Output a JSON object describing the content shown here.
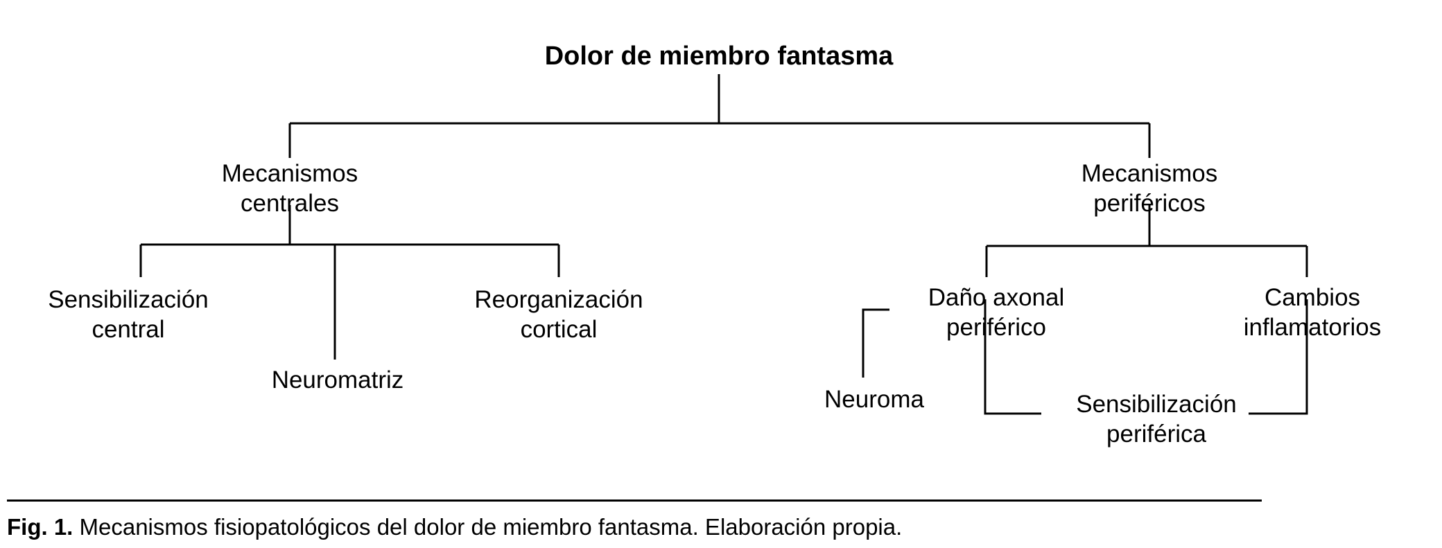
{
  "figure": {
    "title": "Dolor de miembro fantasma",
    "caption_label": "Fig. 1.",
    "caption_text": " Mecanismos fisiopatológicos del dolor de miembro fantasma. Elaboración propia.",
    "line_color": "#000000",
    "text_color": "#000000",
    "background_color": "#ffffff"
  },
  "chart_data": {
    "type": "diagram",
    "title": "Dolor de miembro fantasma",
    "diagram_kind": "hierarchical-tree",
    "orientation": "top-down",
    "nodes": [
      {
        "id": "root",
        "label": "Dolor de miembro fantasma",
        "level": 0,
        "bold": true
      },
      {
        "id": "centrales",
        "label_line1": "Mecanismos",
        "label_line2": "centrales",
        "level": 1
      },
      {
        "id": "perifericos",
        "label_line1": "Mecanismos",
        "label_line2": "periféricos",
        "level": 1
      },
      {
        "id": "sens_central",
        "label_line1": "Sensibilización",
        "label_line2": "central",
        "level": 2
      },
      {
        "id": "neuromatriz",
        "label_line1": "Neuromatriz",
        "label_line2": "",
        "level": 2
      },
      {
        "id": "reorg_cortical",
        "label_line1": "Reorganización",
        "label_line2": "cortical",
        "level": 2
      },
      {
        "id": "dano_axonal",
        "label_line1": "Daño axonal",
        "label_line2": "periférico",
        "level": 2
      },
      {
        "id": "cambios_infl",
        "label_line1": "Cambios",
        "label_line2": "inflamatorios",
        "level": 2
      },
      {
        "id": "neuroma",
        "label_line1": "Neuroma",
        "label_line2": "",
        "level": 3
      },
      {
        "id": "sens_perif",
        "label_line1": "Sensibilización",
        "label_line2": "periférica",
        "level": 3
      }
    ],
    "edges": [
      {
        "from": "root",
        "to": "centrales"
      },
      {
        "from": "root",
        "to": "perifericos"
      },
      {
        "from": "centrales",
        "to": "sens_central"
      },
      {
        "from": "centrales",
        "to": "neuromatriz"
      },
      {
        "from": "centrales",
        "to": "reorg_cortical"
      },
      {
        "from": "perifericos",
        "to": "dano_axonal"
      },
      {
        "from": "perifericos",
        "to": "cambios_infl"
      },
      {
        "from": "dano_axonal",
        "to": "neuroma"
      },
      {
        "from": "dano_axonal",
        "to": "sens_perif"
      },
      {
        "from": "cambios_infl",
        "to": "sens_perif"
      }
    ]
  },
  "labels": {
    "root": "Dolor de miembro fantasma",
    "centrales_l1": "Mecanismos",
    "centrales_l2": "centrales",
    "perifericos_l1": "Mecanismos",
    "perifericos_l2": "periféricos",
    "sens_central_l1": "Sensibilización",
    "sens_central_l2": "central",
    "neuromatriz": "Neuromatriz",
    "reorg_cortical_l1": "Reorganización",
    "reorg_cortical_l2": "cortical",
    "dano_axonal_l1": "Daño axonal",
    "dano_axonal_l2": "periférico",
    "cambios_infl_l1": "Cambios",
    "cambios_infl_l2": "inflamatorios",
    "neuroma": "Neuroma",
    "sens_perif_l1": "Sensibilización",
    "sens_perif_l2": "periférica"
  }
}
